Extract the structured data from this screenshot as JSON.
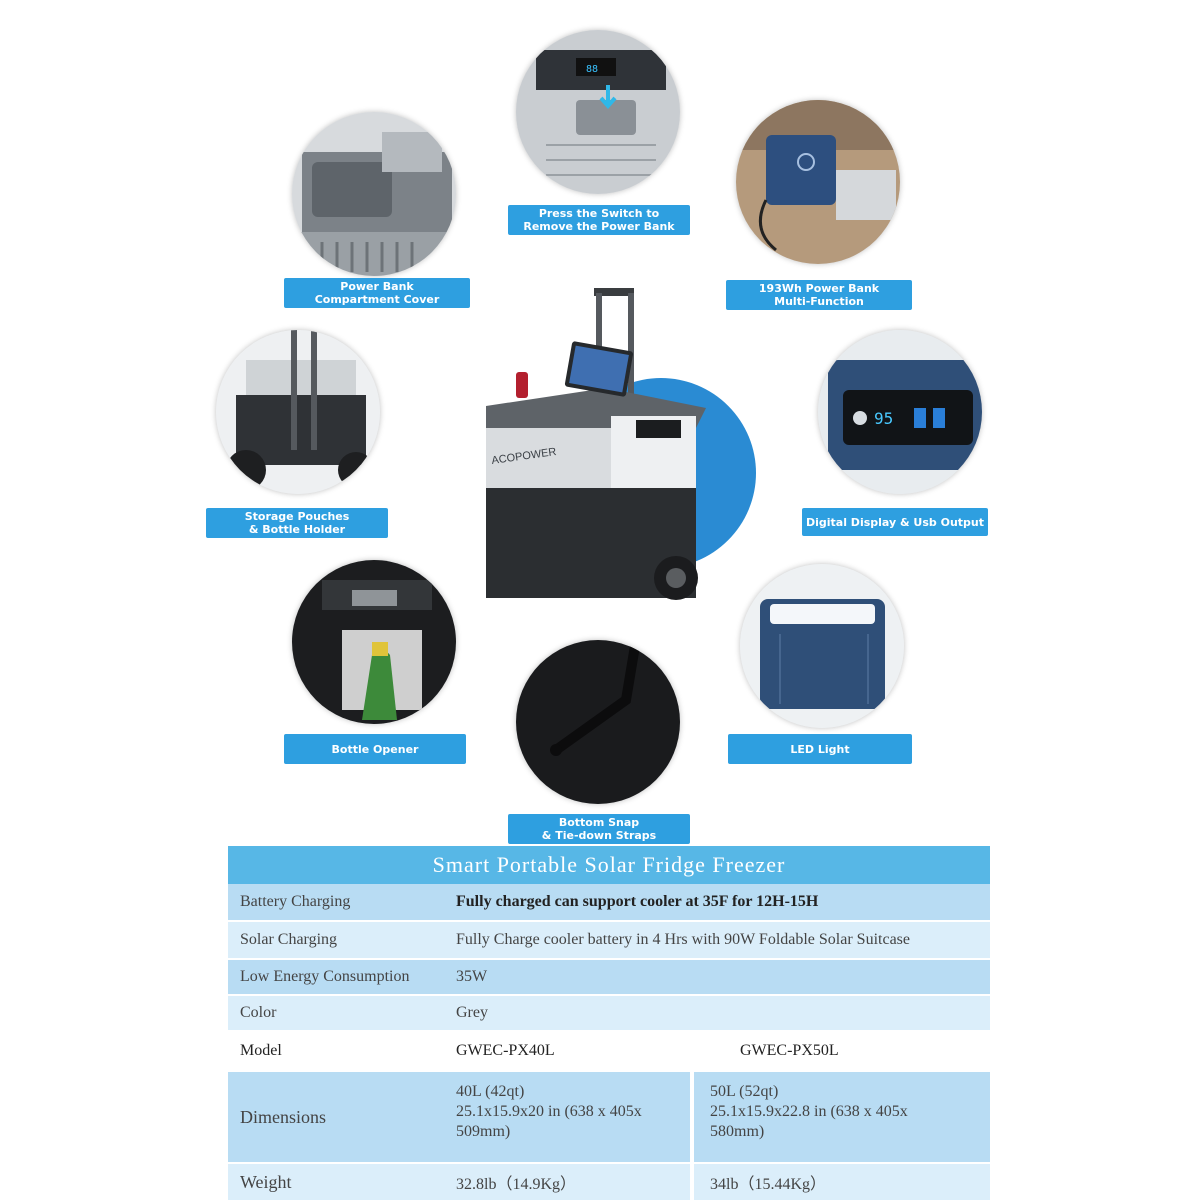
{
  "features": {
    "power_bank_cover": "Power Bank\nCompartment Cover",
    "press_switch": "Press the Switch to\nRemove the Power Bank",
    "power_bank_multi": "193Wh Power Bank\nMulti-Function",
    "storage_pouches": "Storage Pouches\n& Bottle Holder",
    "digital_display": "Digital Display & Usb Output",
    "bottle_opener": "Bottle Opener",
    "led_light": "LED Light",
    "bottom_snap": "Bottom Snap\n& Tie-down Straps"
  },
  "product": {
    "brand_text": "ACOPOWER",
    "display_value": "95"
  },
  "spec_table": {
    "title": "Smart Portable Solar Fridge Freezer",
    "battery_charging": {
      "label": "Battery Charging",
      "value": "Fully charged can support cooler at 35F for 12H-15H"
    },
    "solar_charging": {
      "label": "Solar Charging",
      "value": "Fully Charge cooler battery in 4 Hrs with 90W Foldable Solar Suitcase"
    },
    "energy": {
      "label": "Low Energy Consumption",
      "value": "35W"
    },
    "color": {
      "label": "Color",
      "value": "Grey"
    },
    "model": {
      "label": "Model",
      "a": "GWEC-PX40L",
      "b": "GWEC-PX50L"
    },
    "dimensions": {
      "label": "Dimensions",
      "a_capacity": "40L (42qt)",
      "a_size": "25.1x15.9x20  in  (638 x 405x",
      "a_mm": "509mm)",
      "b_capacity": "50L (52qt)",
      "b_size": "25.1x15.9x22.8  in  (638 x 405x",
      "b_mm": "580mm)"
    },
    "weight": {
      "label": "Weight",
      "a": "32.8lb（14.9Kg）",
      "b": "34lb（15.44Kg）"
    }
  },
  "colors": {
    "accent": "#2e9fe0",
    "table_header": "#57b7e6",
    "row_light": "#dbeefa",
    "row_dark": "#b8dcf3"
  }
}
